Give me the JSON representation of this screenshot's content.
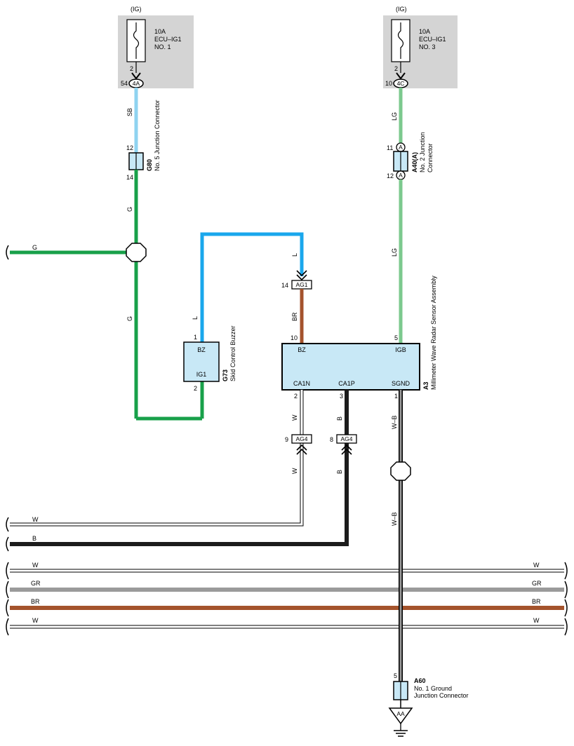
{
  "colors": {
    "SB": "#8fd3f0",
    "G": "#18a04a",
    "L": "#1aa7ec",
    "BR": "#a4532c",
    "LG": "#7cc98e",
    "W": "#ffffff",
    "B": "#1c1c1c",
    "GR": "#9a9a9a",
    "fuse_box": "#d4d4d4",
    "component_fill": "#c8e8f6"
  },
  "fuses": {
    "left": {
      "supply": "(IG)",
      "rating": "10A",
      "name1": "ECU–IG1",
      "name2": "NO. 1",
      "pin_top": "2",
      "pin_conn": "54",
      "conn": "4A"
    },
    "right": {
      "supply": "(IG)",
      "rating": "10A",
      "name1": "ECU–IG1",
      "name2": "NO. 3",
      "pin_top": "2",
      "pin_conn": "10",
      "conn": "4C"
    }
  },
  "junction_g80": {
    "code": "G80",
    "name": "No.  5 Junction Connector",
    "pin_in": "12",
    "pin_out": "14"
  },
  "junction_a40": {
    "code": "A40(A)",
    "name1": "No.  2 Junction",
    "name2": "Connector",
    "pin_in": "11",
    "pin_out": "12",
    "mark": "A"
  },
  "buzzer": {
    "code": "G73",
    "name": "Skid Control Buzzer",
    "pin_bz_label": "BZ",
    "pin_ig1_label": "IG1",
    "pin_bz": "1",
    "pin_ig1": "2"
  },
  "radar": {
    "code": "A3",
    "name": "Millimeter Wave Radar Sensor Assembly",
    "pins": {
      "bz": {
        "label": "BZ",
        "num": "10"
      },
      "igb": {
        "label": "IGB",
        "num": "5"
      },
      "ca1n": {
        "label": "CA1N",
        "num": "2"
      },
      "ca1p": {
        "label": "CA1P",
        "num": "3"
      },
      "sgnd": {
        "label": "SGND",
        "num": "1"
      }
    }
  },
  "connectors": {
    "ag1": {
      "label": "AG1",
      "pin": "14"
    },
    "ag4_w": {
      "label": "AG4",
      "pin": "9"
    },
    "ag4_b": {
      "label": "AG4",
      "pin": "8"
    }
  },
  "ground_junction": {
    "code": "A60",
    "name1": "No.  1 Ground",
    "name2": "Junction Connector",
    "pin": "5",
    "ground_label": "AA"
  },
  "wire_labels": {
    "sb": "SB",
    "g": "G",
    "l": "L",
    "br": "BR",
    "lg": "LG",
    "w": "W",
    "b": "B",
    "wb": "W–B",
    "gr": "GR"
  }
}
